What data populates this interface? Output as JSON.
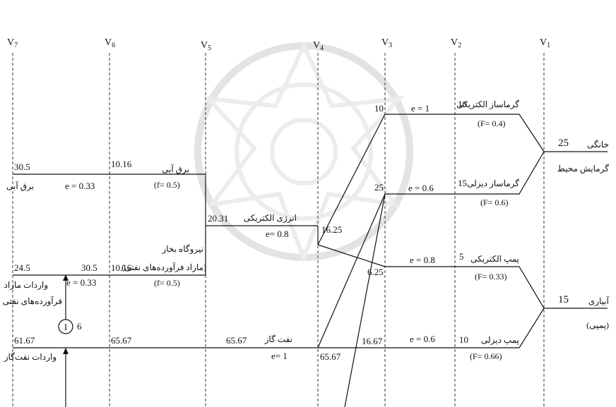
{
  "diagram": {
    "levels": [
      {
        "main": "V",
        "sub": "7"
      },
      {
        "main": "V",
        "sub": "6"
      },
      {
        "main": "V",
        "sub": "5"
      },
      {
        "main": "V",
        "sub": "4"
      },
      {
        "main": "V",
        "sub": "3"
      },
      {
        "main": "V",
        "sub": "2"
      },
      {
        "main": "V",
        "sub": "1"
      }
    ],
    "nodes": {
      "heater_elec": {
        "value": "10",
        "name": "گرماساز الکتریکی",
        "frac": "(F= 0.4)",
        "eff": "e = 1",
        "in": "10"
      },
      "heater_diesel": {
        "value": "15",
        "name": "گرماساز دیزلی",
        "frac": "(F= 0.6)",
        "eff": "e = 0.6",
        "in": "25"
      },
      "pump_elec": {
        "value": "5",
        "name": "پمپ الکتریکی",
        "frac": "(F= 0.33)",
        "eff": "e = 0.8",
        "in": "6.25"
      },
      "pump_diesel": {
        "value": "10",
        "name": "پمپ دیزلی",
        "frac": "(F= 0.66)",
        "eff": "e = 0.6",
        "in": "16.67"
      },
      "hydro": {
        "v7": "30.5",
        "v6": "10.16",
        "name_v7": "برق آبی",
        "name_v6": "برق آبی",
        "frac": "(f= 0.5)",
        "eff": "e = 0.33"
      },
      "steam": {
        "v7": "24.5",
        "mid": "30.5",
        "v6": "10.16",
        "name1": "نیروگاه بخار",
        "name2": "(مازاد فرآورده‌های نفتی)",
        "frac": "(f= 0.5)",
        "eff": "e = 0.33"
      },
      "electric": {
        "v5": "20.31",
        "name": "انرژی الکتریکی",
        "eff": "e= 0.8",
        "v4": "16.25"
      },
      "gas": {
        "v7": "61.67",
        "v6": "65.67",
        "v5": "65.67",
        "name": "نفت گاز",
        "eff": "e= 1",
        "v4": "65.67"
      },
      "imports_products": {
        "line1": "واردات مازاد",
        "line2": "فرآورده‌های نفتی"
      },
      "imports_gas": {
        "label": "واردات نفت‌گاز"
      },
      "input_marker": {
        "symbol": "I",
        "value": "6"
      },
      "demand_home": {
        "value": "25",
        "name": "خانگی",
        "sub": "گرمایش محیط"
      },
      "demand_irrigation": {
        "value": "15",
        "name": "آبیاری",
        "sub": "(پمپی)"
      }
    }
  }
}
